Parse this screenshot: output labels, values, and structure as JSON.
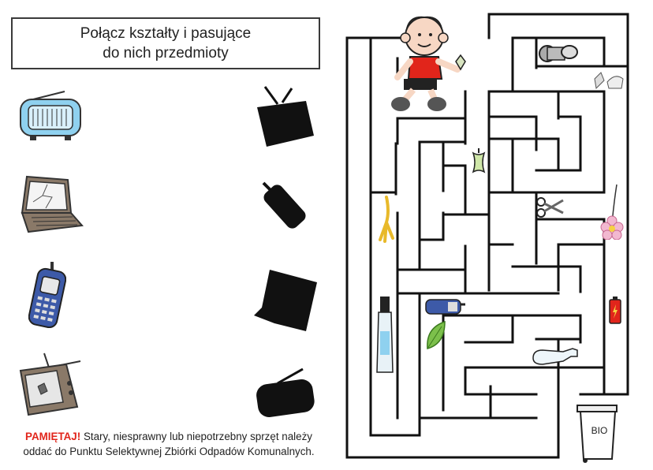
{
  "title": {
    "line1": "Połącz kształty i pasujące",
    "line2": "do nich przedmioty"
  },
  "footer": {
    "remember": "PAMIĘTAJ!",
    "line1": " Stary, niesprawny lub niepotrzebny sprzęt należy",
    "line2": "oddać do Punktu Selektywnej Zbiórki Odpadów Komunalnych."
  },
  "bin_label": "BIO",
  "colors": {
    "accent_red": "#e1251b",
    "radio_blue": "#8fd1ef",
    "phone_blue": "#3d5aa8",
    "silhouette": "#111111",
    "maze_line": "#111111"
  },
  "left_items": [
    "radio-icon",
    "laptop-icon",
    "mobile-phone-icon",
    "tv-icon"
  ],
  "right_silhouettes": [
    "tv-silhouette-icon",
    "phone-silhouette-icon",
    "laptop-silhouette-icon",
    "radio-silhouette-icon"
  ],
  "maze_items": [
    "boy-character",
    "tin-can-icon",
    "eggshell-icon",
    "apple-core-icon",
    "scissors-icon",
    "flower-icon",
    "banana-peel-icon",
    "mobile-phone-icon",
    "battery-icon",
    "toothpaste-tube-icon",
    "leaf-icon",
    "glass-bottle-icon",
    "bio-bin-icon"
  ]
}
